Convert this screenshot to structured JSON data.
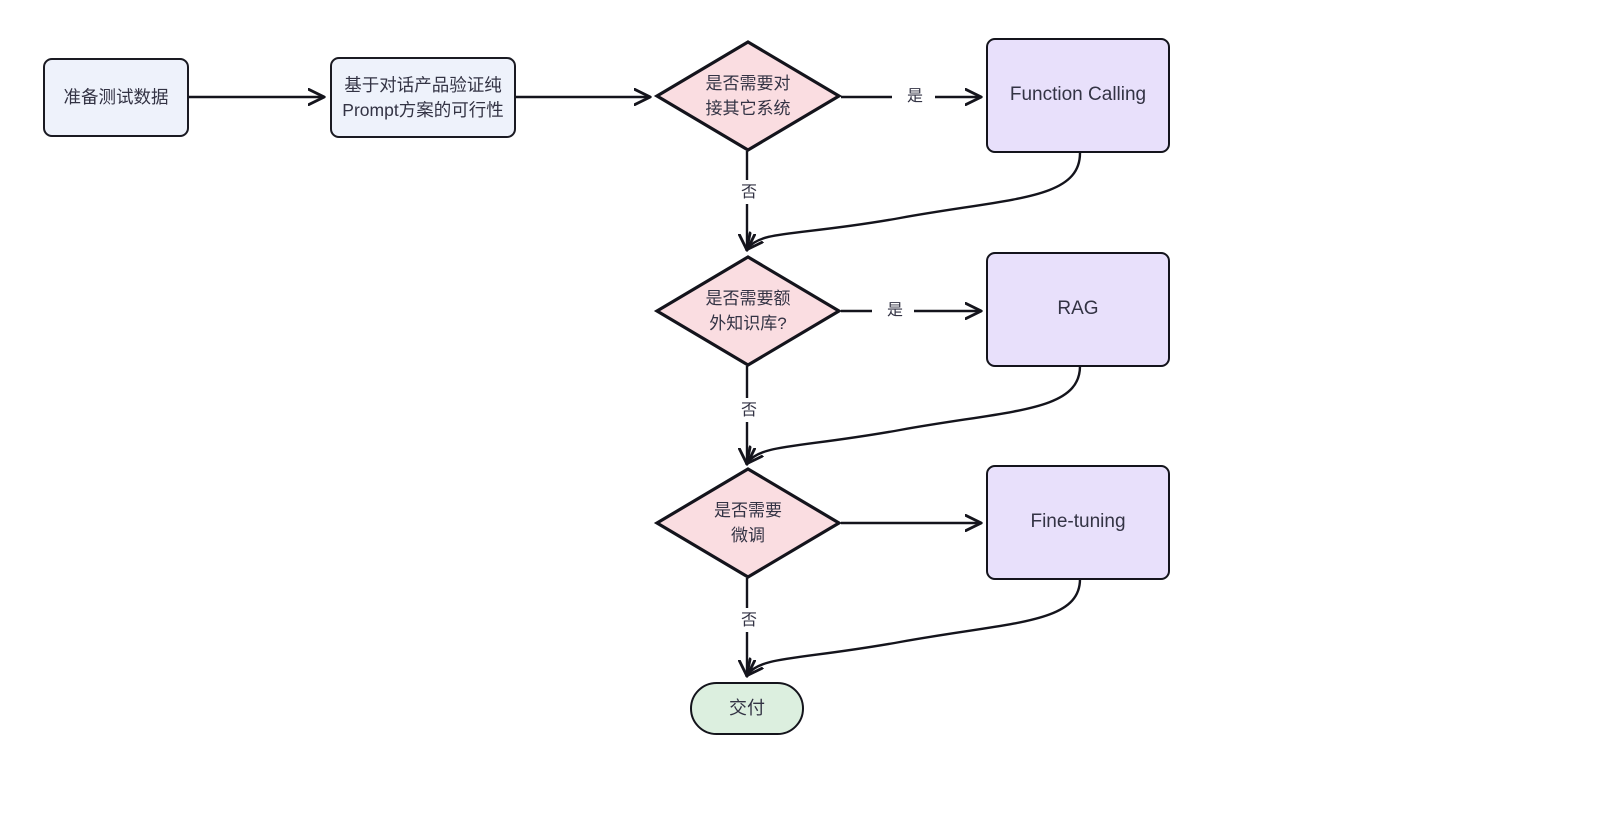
{
  "diagram": {
    "type": "flowchart",
    "direction": "left-to-right then top-down",
    "background_color": "#ffffff",
    "stroke_color": "#14141c",
    "text_color": "#333344",
    "palette": {
      "process_fill": "#eef2fb",
      "decision_fill": "#fadde1",
      "action_fill": "#e8e0fb",
      "terminal_fill": "#dcefdf"
    }
  },
  "nodes": {
    "prepare_data": {
      "label": "准备测试数据",
      "shape": "rounded-rect",
      "kind": "process"
    },
    "validate_prompt": {
      "label": "基于对话产品验证纯\nPrompt方案的可行性",
      "shape": "rounded-rect",
      "kind": "process"
    },
    "decision_integration": {
      "label": "是否需要对\n接其它系统",
      "shape": "diamond",
      "kind": "decision"
    },
    "function_calling": {
      "label": "Function Calling",
      "shape": "rounded-rect",
      "kind": "action"
    },
    "decision_knowledge": {
      "label": "是否需要额\n外知识库?",
      "shape": "diamond",
      "kind": "decision"
    },
    "rag": {
      "label": "RAG",
      "shape": "rounded-rect",
      "kind": "action"
    },
    "decision_finetune": {
      "label": "是否需要\n微调",
      "shape": "diamond",
      "kind": "decision"
    },
    "fine_tuning": {
      "label": "Fine-tuning",
      "shape": "rounded-rect",
      "kind": "action"
    },
    "deliver": {
      "label": "交付",
      "shape": "stadium",
      "kind": "terminal"
    }
  },
  "edges": [
    {
      "from": "prepare_data",
      "to": "validate_prompt",
      "label": ""
    },
    {
      "from": "validate_prompt",
      "to": "decision_integration",
      "label": ""
    },
    {
      "from": "decision_integration",
      "to": "function_calling",
      "label": "是"
    },
    {
      "from": "decision_integration",
      "to": "decision_knowledge",
      "label": "否"
    },
    {
      "from": "function_calling",
      "to": "decision_knowledge",
      "label": ""
    },
    {
      "from": "decision_knowledge",
      "to": "rag",
      "label": "是"
    },
    {
      "from": "decision_knowledge",
      "to": "decision_finetune",
      "label": "否"
    },
    {
      "from": "rag",
      "to": "decision_finetune",
      "label": ""
    },
    {
      "from": "decision_finetune",
      "to": "fine_tuning",
      "label": ""
    },
    {
      "from": "decision_finetune",
      "to": "deliver",
      "label": "否"
    },
    {
      "from": "fine_tuning",
      "to": "deliver",
      "label": ""
    }
  ],
  "edge_labels": {
    "yes_1": "是",
    "no_1": "否",
    "yes_2": "是",
    "no_2": "否",
    "no_3": "否"
  }
}
